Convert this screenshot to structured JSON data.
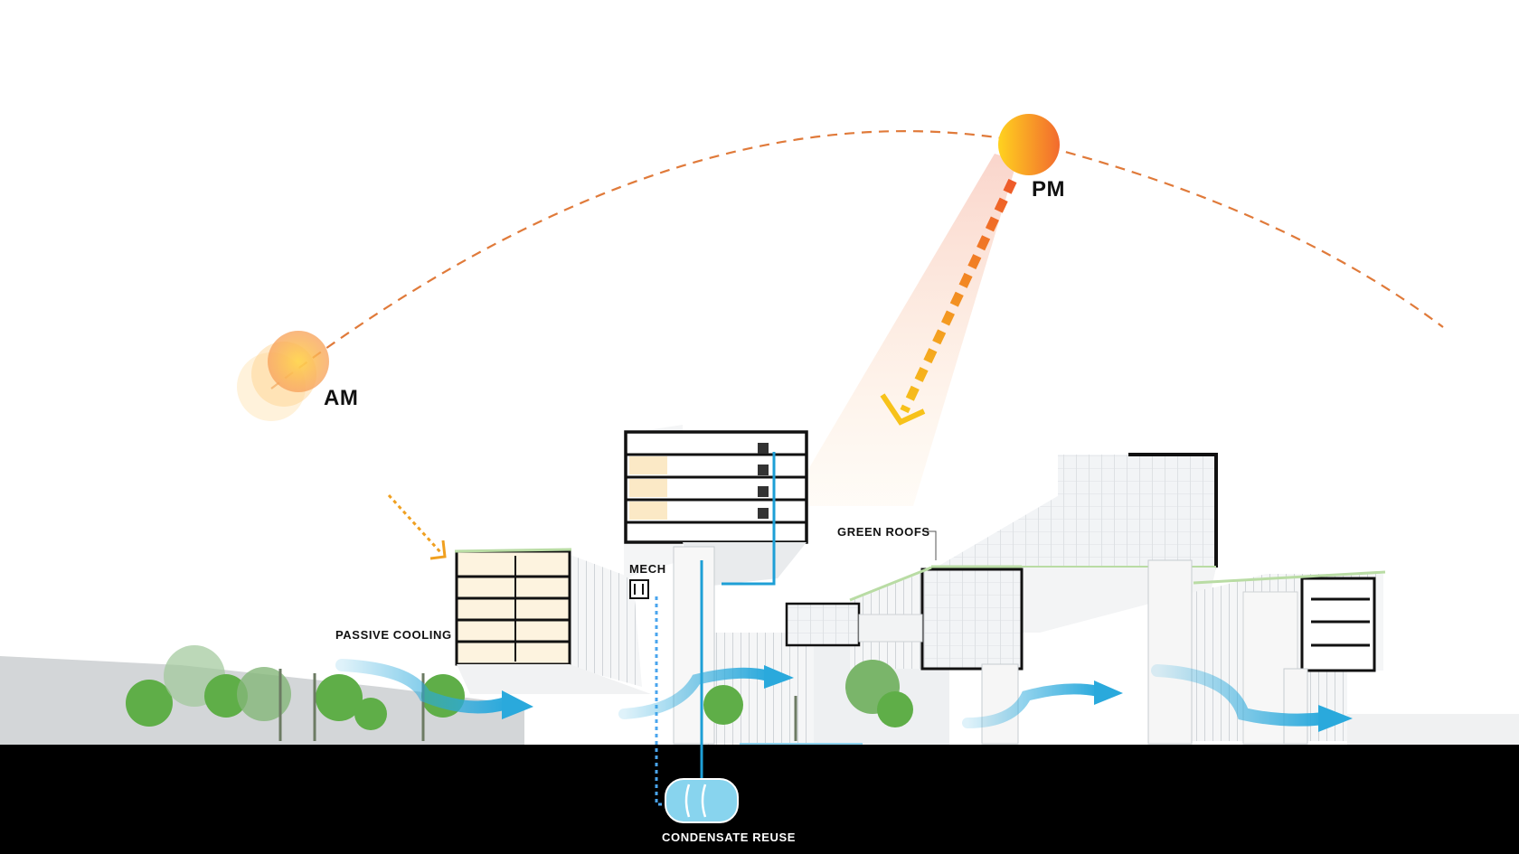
{
  "labels": {
    "am": "AM",
    "pm": "PM",
    "passive_cooling": "PASSIVE COOLING",
    "mech": "MECH",
    "green_roofs": "GREEN ROOFS",
    "condensate_reuse": "CONDENSATE REUSE"
  },
  "colors": {
    "sun_path": "#e07a3a",
    "sun_yellow": "#ffd21f",
    "sun_orange": "#f26a2e",
    "sun_ray": "#f0a020",
    "airflow": "#2aa9dc",
    "water_line": "#1e9fd6",
    "ground": "#000000",
    "green_roof": "#b9dca4",
    "tree": "#5fae48"
  },
  "icons": {
    "am_sun": "sun-icon",
    "pm_sun": "sun-icon",
    "cistern": "tank-icon"
  }
}
